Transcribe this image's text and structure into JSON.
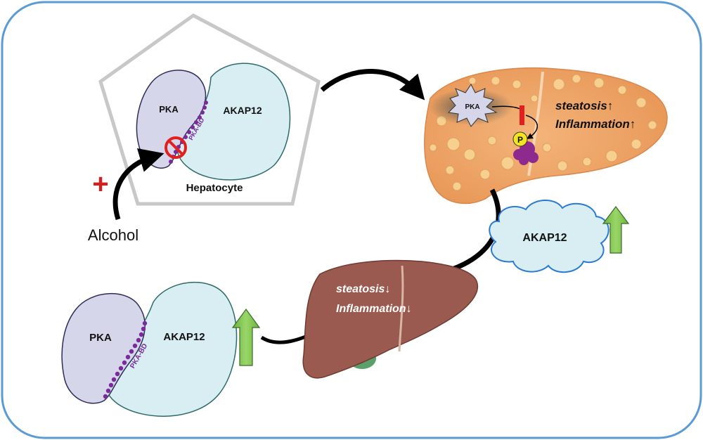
{
  "panel1": {
    "pka": "PKA",
    "akap": "AKAP12",
    "pka_bd": "PKA-BD",
    "cell": "Hepatocyte"
  },
  "trigger": {
    "label": "Alcohol",
    "plus_symbol": "+"
  },
  "fatty_liver": {
    "pka": "PKA",
    "phospho": "P",
    "steatosis": "steatosis↑",
    "inflammation": "Inflammation↑"
  },
  "cloud": {
    "akap": "AKAP12"
  },
  "panel2": {
    "pka": "PKA",
    "akap": "AKAP12",
    "pka_bd": "PKA-BD"
  },
  "healthy_liver": {
    "steatosis": "steatosis↓",
    "inflammation": "Inflammation↓"
  },
  "colors": {
    "frame": "#5b9bd5",
    "pka_fill": "#d6d6ea",
    "akap_fill": "#d8eef3",
    "bd_beads": "#7a2a9a",
    "inhibit_red": "#e0201e",
    "up_arrow": "#7ac143",
    "fatty_liver": "#f0a86a",
    "healthy_liver": "#9a5a4f"
  }
}
